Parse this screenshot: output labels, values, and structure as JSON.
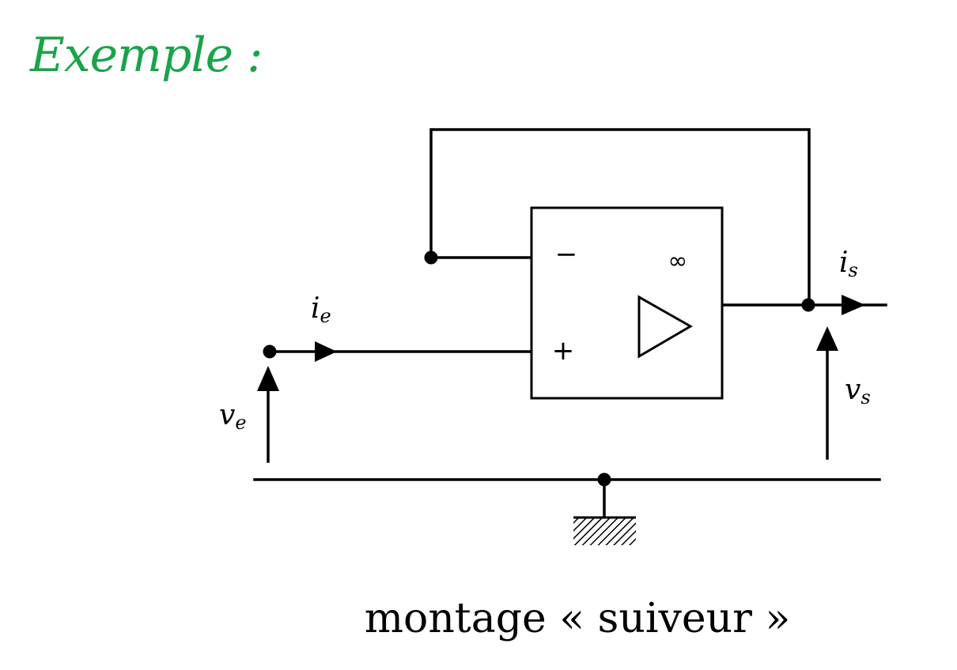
{
  "heading": "Exemple :",
  "caption": "montage « suiveur »",
  "colors": {
    "heading": "#1aa34a",
    "lines": "#000000",
    "background": "#ffffff"
  },
  "opamp": {
    "inverting_sign": "−",
    "noninverting_sign": "+",
    "gain_symbol": "∞"
  },
  "labels": {
    "input_current_var": "i",
    "input_current_sub": "e",
    "output_current_var": "i",
    "output_current_sub": "s",
    "input_voltage_var": "v",
    "input_voltage_sub": "e",
    "output_voltage_var": "v",
    "output_voltage_sub": "s"
  }
}
